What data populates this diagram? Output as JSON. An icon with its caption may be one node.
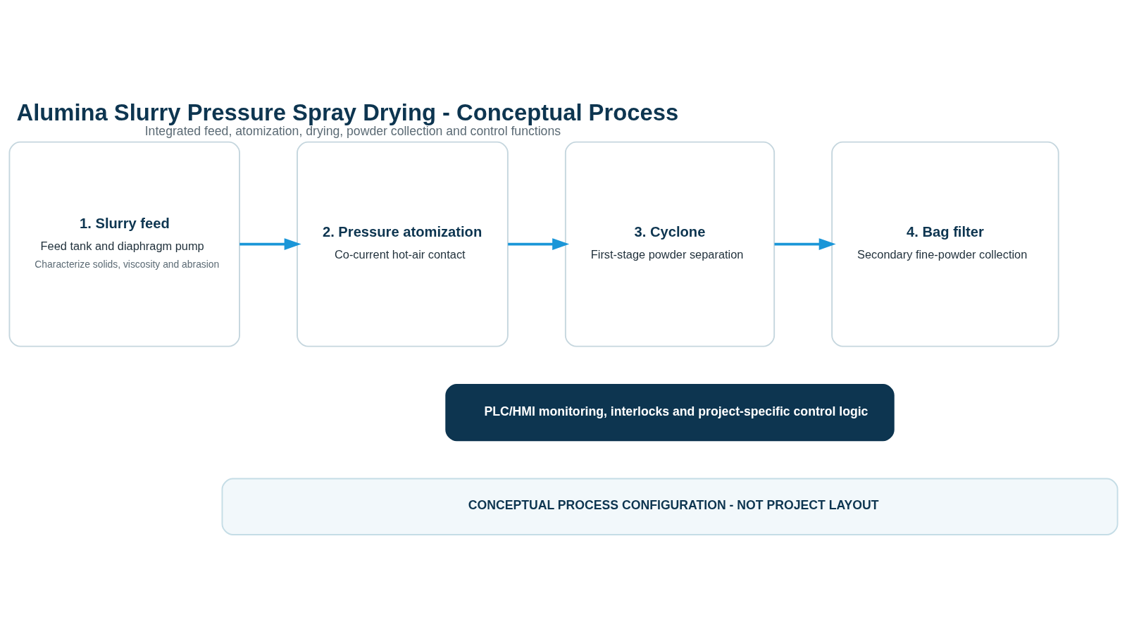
{
  "diagram": {
    "title": "Alumina Slurry Pressure Spray Drying - Conceptual Process",
    "caption": "Integrated feed, atomization, drying, powder collection and control functions",
    "nodes": [
      {
        "text": [
          "1. Slurry feed",
          "Feed tank and diaphragm pump",
          "Characterize solids, viscosity and abrasion"
        ]
      },
      {
        "text": [
          "2. Pressure atomization",
          "Co-current hot-air contact"
        ]
      },
      {
        "text": [
          "3. Cyclone",
          "First-stage powder separation"
        ]
      },
      {
        "text": [
          "4. Bag filter",
          "Secondary fine-powder collection"
        ]
      },
      {
        "text": [
          "PLC/HMI monitoring, interlocks and project-specific control logic"
        ]
      },
      {
        "text": [
          "CONCEPTUAL PROCESS CONFIGURATION - NOT PROJECT LAYOUT"
        ]
      }
    ],
    "edges": [
      {
        "from": 0,
        "to": 1,
        "arrow": "to"
      },
      {
        "from": 1,
        "to": 2,
        "arrow": "to"
      },
      {
        "from": 2,
        "to": 3,
        "arrow": "to"
      }
    ]
  }
}
